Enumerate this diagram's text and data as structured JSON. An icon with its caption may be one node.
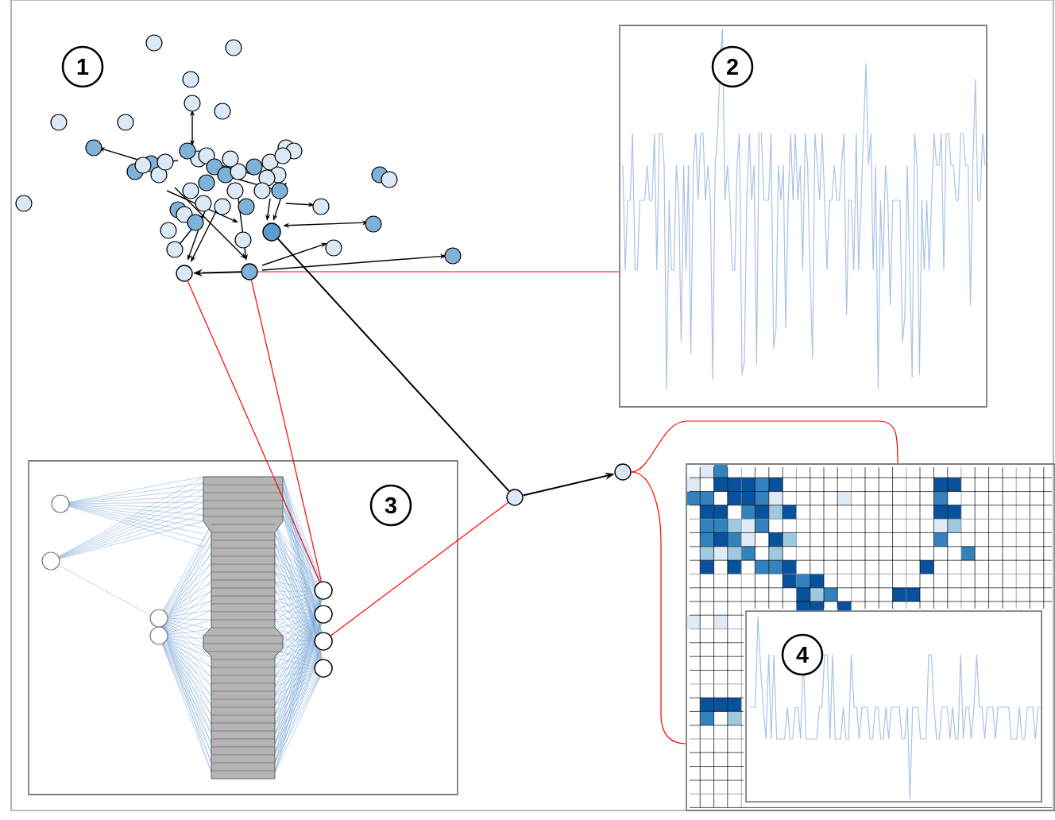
{
  "diagram": {
    "nodes": [
      {
        "text": [],
        "shape": "box"
      },
      {
        "text": [],
        "shape": "box"
      },
      {
        "text": [],
        "shape": "box"
      },
      {
        "text": [],
        "shape": "box",
        "in": 2
      },
      {
        "text": [],
        "shape": "circle"
      },
      {
        "text": [],
        "shape": "circle"
      },
      {
        "text": [],
        "shape": "circle"
      },
      {
        "text": [],
        "shape": "circle"
      },
      {
        "text": [],
        "shape": "circle"
      },
      {
        "text": [],
        "shape": "circle",
        "in": 1
      },
      {
        "text": [],
        "shape": "circle",
        "in": 1
      },
      {
        "text": [],
        "shape": "circle",
        "in": 1
      },
      {
        "text": [],
        "shape": "circle",
        "in": 1
      }
    ],
    "edges": [
      {
        "from": 5,
        "to": 0,
        "arrow": "none"
      },
      {
        "from": 5,
        "to": 4,
        "arrow": "to",
        "color": "#000000"
      },
      {
        "from": 4,
        "to": 9,
        "arrow": "none"
      },
      {
        "from": 5,
        "to": 9,
        "arrow": "none"
      },
      {
        "from": 6,
        "to": 7,
        "arrow": "none",
        "color": "#000000"
      },
      {
        "from": 7,
        "to": 8,
        "arrow": "to",
        "color": "#000000"
      },
      {
        "from": 7,
        "to": 11,
        "arrow": "none"
      },
      {
        "from": 8,
        "to": 2,
        "arrow": "none"
      },
      {
        "from": 8,
        "to": 2,
        "arrow": "none"
      }
    ],
    "labels": [
      "1",
      "2",
      "3",
      "4"
    ]
  }
}
